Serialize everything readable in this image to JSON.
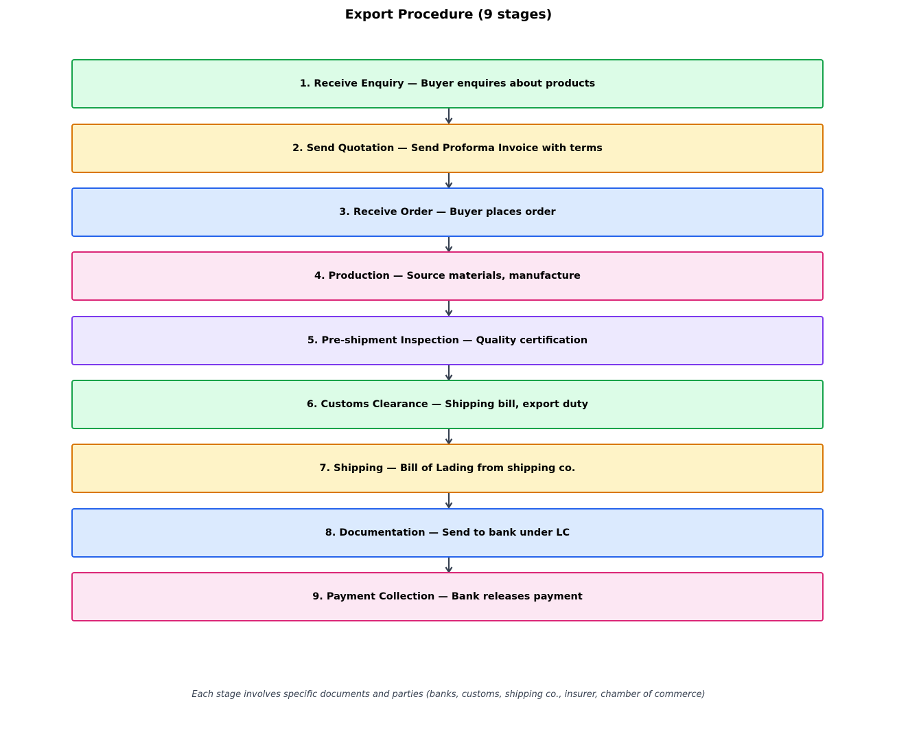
{
  "title": "Export Procedure (9 stages)",
  "stages": [
    {
      "label": "1. Receive Enquiry — Buyer enquires about products",
      "fill": "#dcfce7",
      "border": "#16a34a"
    },
    {
      "label": "2. Send Quotation — Send Proforma Invoice with terms",
      "fill": "#fef3c7",
      "border": "#d97706"
    },
    {
      "label": "3. Receive Order — Buyer places order",
      "fill": "#dbeafe",
      "border": "#2563eb"
    },
    {
      "label": "4. Production — Source materials, manufacture",
      "fill": "#fce7f3",
      "border": "#db2777"
    },
    {
      "label": "5. Pre-shipment Inspection — Quality certification",
      "fill": "#ede9fe",
      "border": "#7c3aed"
    },
    {
      "label": "6. Customs Clearance — Shipping bill, export duty",
      "fill": "#dcfce7",
      "border": "#16a34a"
    },
    {
      "label": "7. Shipping — Bill of Lading from shipping co.",
      "fill": "#fef3c7",
      "border": "#d97706"
    },
    {
      "label": "8. Documentation — Send to bank under LC",
      "fill": "#dbeafe",
      "border": "#2563eb"
    },
    {
      "label": "9. Payment Collection — Bank releases payment",
      "fill": "#fce7f3",
      "border": "#db2777"
    }
  ],
  "arrow_color": "#374151",
  "footnote": "Each stage involves specific documents and parties (banks, customs, shipping co., insurer, chamber of commerce)"
}
